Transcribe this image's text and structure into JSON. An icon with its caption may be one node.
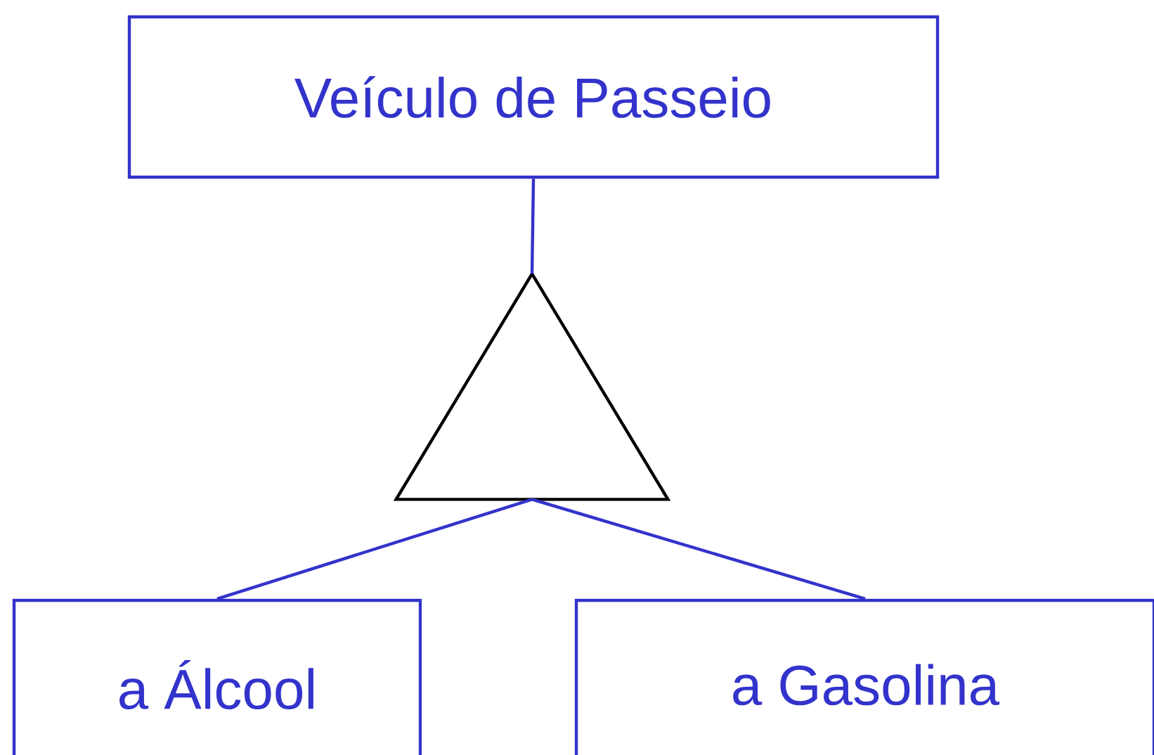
{
  "diagram": {
    "nodes": [
      {
        "text": [
          "Veículo de Passeio"
        ]
      },
      {
        "text": [],
        "shape": "triangle"
      },
      {
        "text": [
          "a Álcool"
        ]
      },
      {
        "text": [
          "a Gasolina"
        ]
      }
    ],
    "edges": [
      {
        "from": 1,
        "to": 0,
        "arrow": "none"
      },
      {
        "from": 1,
        "to": 2,
        "arrow": "none"
      },
      {
        "from": 1,
        "to": 3,
        "arrow": "none"
      }
    ]
  }
}
